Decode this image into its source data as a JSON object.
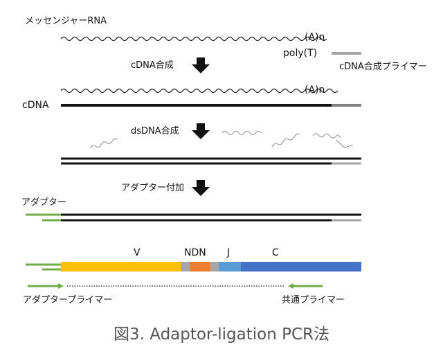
{
  "labels": {
    "mrna": "メッセンジャーRNA",
    "polya_1": "(A)n",
    "polyt": "poly(T)",
    "cdna_primer": "cDNA合成プライマー",
    "step_cdna": "cDNA合成",
    "polya_2": "(A)n",
    "cdna": "cDNA",
    "step_dsdna": "dsDNA合成",
    "step_adaptor": "アダプター付加",
    "adaptor": "アダプター",
    "region_v": "V",
    "region_ndn": "NDN",
    "region_j": "J",
    "region_c": "C",
    "adaptor_primer": "アダプタープライマー",
    "common_primer": "共通プライマー"
  },
  "caption": "図3.  Adaptor-ligation PCR法",
  "colors": {
    "strand": "#111111",
    "polyt_segment": "#a6a6a6",
    "arrow": "#111111",
    "rna_wave": "#222222",
    "rna_fragment": "#a6a6a6",
    "adaptor": "#70ad47",
    "region_v": "#ffc000",
    "region_ndn": "#ed7d31",
    "region_j": "#5b9bd5",
    "region_c": "#4472c4",
    "spacer": "#a6a6a6"
  }
}
